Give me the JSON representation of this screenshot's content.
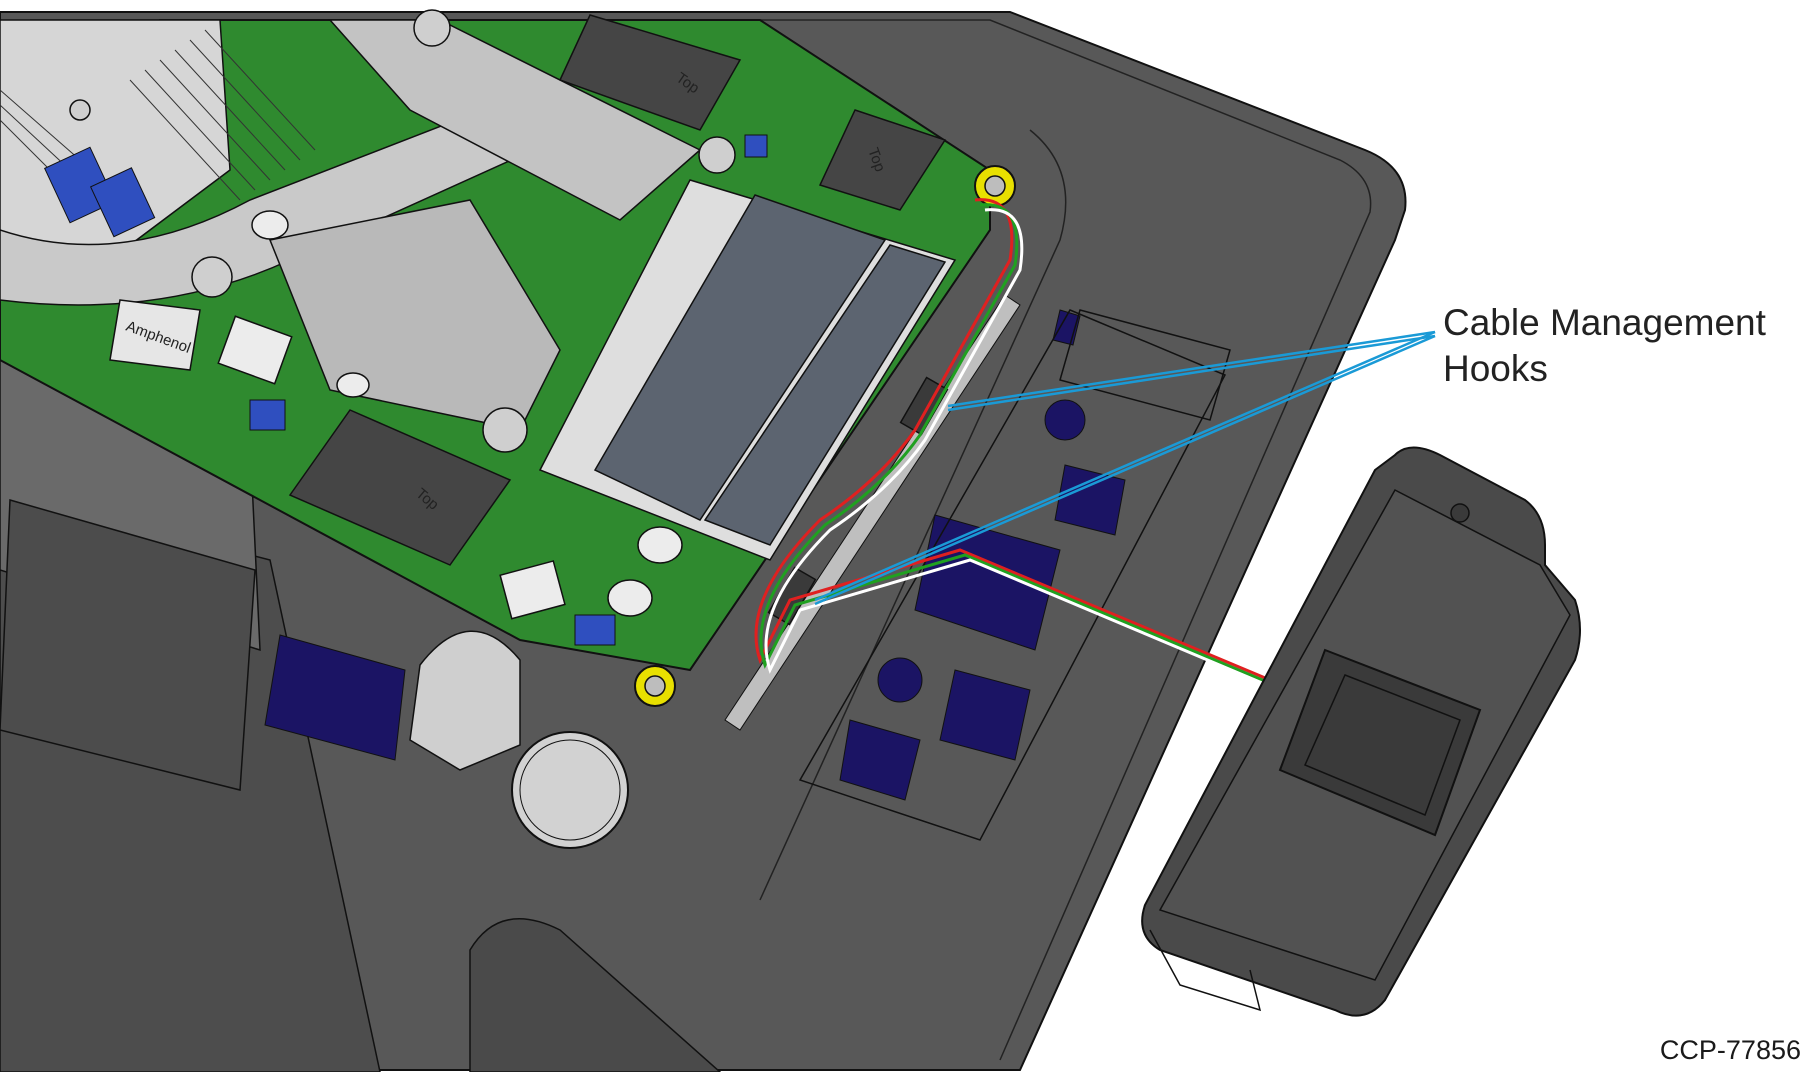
{
  "callout": {
    "line1": "Cable Management",
    "line2": "Hooks"
  },
  "figure_id": "CCP-77856",
  "chip_labels": {
    "top_1": "Top",
    "top_2": "Top",
    "top_3": "Top",
    "brand": "Amphenol"
  },
  "colors": {
    "chassis": "#585858",
    "chassis_dark": "#3f3f3f",
    "pcb": "#2f8a2f",
    "heatsink": "#c7c7c7",
    "connector_blue": "#2f4fbf",
    "navy_port": "#1b1464",
    "leader_line": "#1a9ad6",
    "screw_yellow": "#e8e000"
  }
}
